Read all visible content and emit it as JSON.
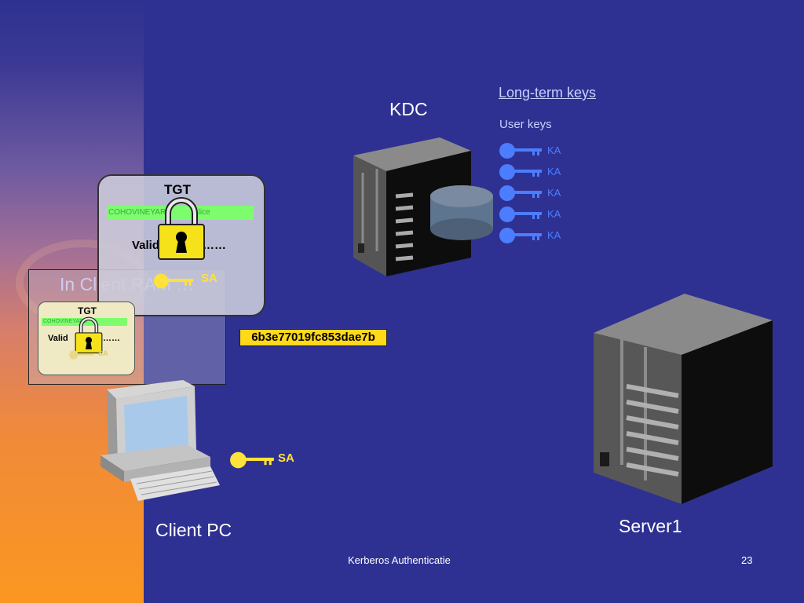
{
  "labels": {
    "kdc": "KDC",
    "client_pc": "Client PC",
    "server": "Server1",
    "long_term_keys": "Long-term keys",
    "user_keys": "User keys",
    "footer": "Kerberos Authenticatie",
    "page_number": "23"
  },
  "user_key_labels": [
    "KA",
    "KA",
    "KA",
    "KA",
    "KA"
  ],
  "session_key_label": "SA",
  "session_hash": "6b3e77019fc853dae7b",
  "ram_label": "In Client RAM …",
  "tgt_big": {
    "title": "TGT",
    "bar_left": "COHOVINEYARD",
    "bar_right": "Alice",
    "valid": "Valid",
    "dots": "……",
    "sa": "SA"
  },
  "tgt_small": {
    "title": "TGT",
    "bar_left": "COHOVINEYARD",
    "valid": "Valid",
    "dots": "……",
    "sa": "SA"
  },
  "colors": {
    "background": "#2e3191",
    "gradient_bottom": "#fb9720",
    "key_blue": "#4d7dff",
    "key_yellow": "#ffe23a",
    "hash_bg": "#ffd91a",
    "green_bar": "#7dfc6e"
  }
}
